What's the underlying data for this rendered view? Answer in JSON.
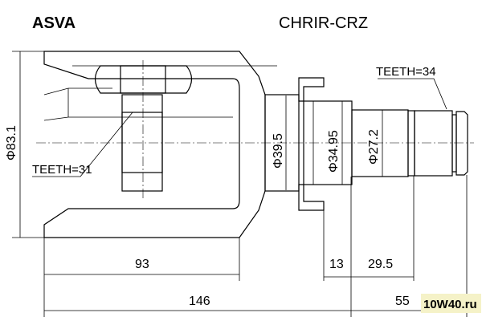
{
  "brand": "ASVA",
  "part_number": "CHRIR-CRZ",
  "labels": {
    "teeth_inner": "TEETH=31",
    "teeth_outer": "TEETH=34"
  },
  "diameters": {
    "outer": "Φ83.1",
    "neck": "Φ39.5",
    "seal": "Φ34.95",
    "shaft": "Φ27.2"
  },
  "lengths": {
    "housing": "93",
    "flange": "13",
    "shaft_step": "29.5",
    "total": "146",
    "stem": "55"
  },
  "watermark": "10W40.ru"
}
